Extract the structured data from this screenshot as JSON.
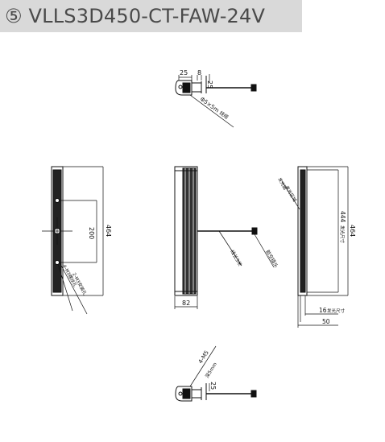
{
  "header": {
    "title": "⑤ VLLS3D450-CT-FAW-24V"
  },
  "dimensions": {
    "top_view_a": "25",
    "top_view_b": "8",
    "top_view_c": "25",
    "top_cable_label": "Φ5×5m",
    "top_cable_note": "线缆",
    "mount_spacing": "200",
    "length_overall": "464",
    "length_overall_right": "464",
    "emitting_length": "444",
    "emitting_note": "发光尺寸",
    "width": "82",
    "emitting_width": "16",
    "emitting_width_note": "发光尺寸",
    "depth": "50",
    "bottom_view_a": "25",
    "bottom_cable_label": "4-M5",
    "bottom_cable_sub": "深5mm"
  },
  "annotations": {
    "left_hole_note": "4-M3螺纹孔",
    "left_slot_note": "2-M3安装孔",
    "center_cable_note": "线长3米",
    "center_connector_note": "航空插头",
    "right_window_note": "发光区域",
    "right_top_note": "发光面"
  },
  "colors": {
    "header_bg": "#d9d9d9",
    "header_text": "#4a4a4a",
    "line": "#111111"
  }
}
